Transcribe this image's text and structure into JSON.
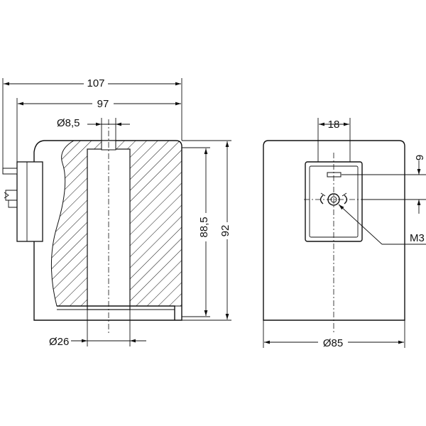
{
  "dimensions": {
    "overall_width": "107",
    "body_width": "97",
    "bore_top": "Ø8,5",
    "height_inner": "88,5",
    "height_total": "92",
    "bore_bottom": "Ø26",
    "connector_width": "18",
    "connector_offset": "9",
    "thread": "M3",
    "end_diameter": "Ø85"
  }
}
